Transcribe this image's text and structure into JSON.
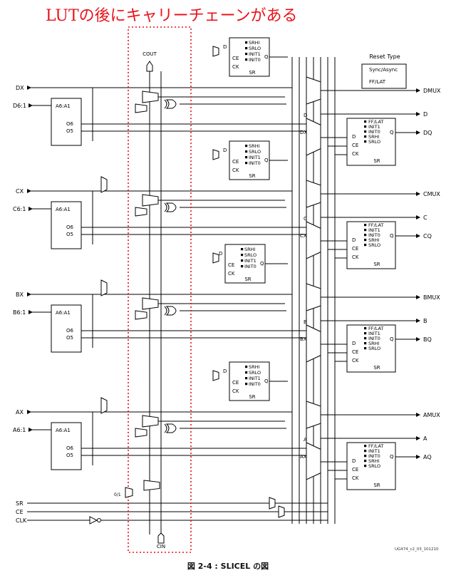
{
  "heading": "LUTの後にキャリーチェーンがある",
  "caption": "図 2-4 : SLICEL の図",
  "part_number": "UG474_c2_03_101210",
  "legend": {
    "title": "Reset Type",
    "sync_async": "Sync/Async",
    "ff_lat": "FF/LAT"
  },
  "carry": {
    "cout": "COUT",
    "cin": "CIN",
    "zero_one": "0/1"
  },
  "control_inputs": [
    "SR",
    "CE",
    "CLK"
  ],
  "lut": {
    "addr": "A6:A1",
    "o6": "O6",
    "o5": "O5"
  },
  "slices": [
    {
      "x": "DX",
      "addr_in": "D6:1",
      "mux_out": "DMUX",
      "direct_out": "D",
      "ff_out": "DQ",
      "mux_in": "DX"
    },
    {
      "x": "CX",
      "addr_in": "C6:1",
      "mux_out": "CMUX",
      "direct_out": "C",
      "ff_out": "CQ",
      "mux_in": "CX"
    },
    {
      "x": "BX",
      "addr_in": "B6:1",
      "mux_out": "BMUX",
      "direct_out": "B",
      "ff_out": "BQ",
      "mux_in": "BX"
    },
    {
      "x": "AX",
      "addr_in": "A6:1",
      "mux_out": "AMUX",
      "direct_out": "A",
      "ff_out": "AQ",
      "mux_in": "AX"
    }
  ],
  "ff_small": {
    "d": "D",
    "ce": "CE",
    "ck": "CK",
    "q": "Q",
    "sr": "SR",
    "opts": [
      "SRHI",
      "SRLO",
      "INIT1",
      "INIT0"
    ]
  },
  "ff_big": {
    "d": "D",
    "ce": "CE",
    "ck": "CK",
    "q": "Q",
    "sr": "SR",
    "opts": [
      "FF/LAT",
      "INIT1",
      "INIT0",
      "SRHI",
      "SRLO"
    ]
  }
}
